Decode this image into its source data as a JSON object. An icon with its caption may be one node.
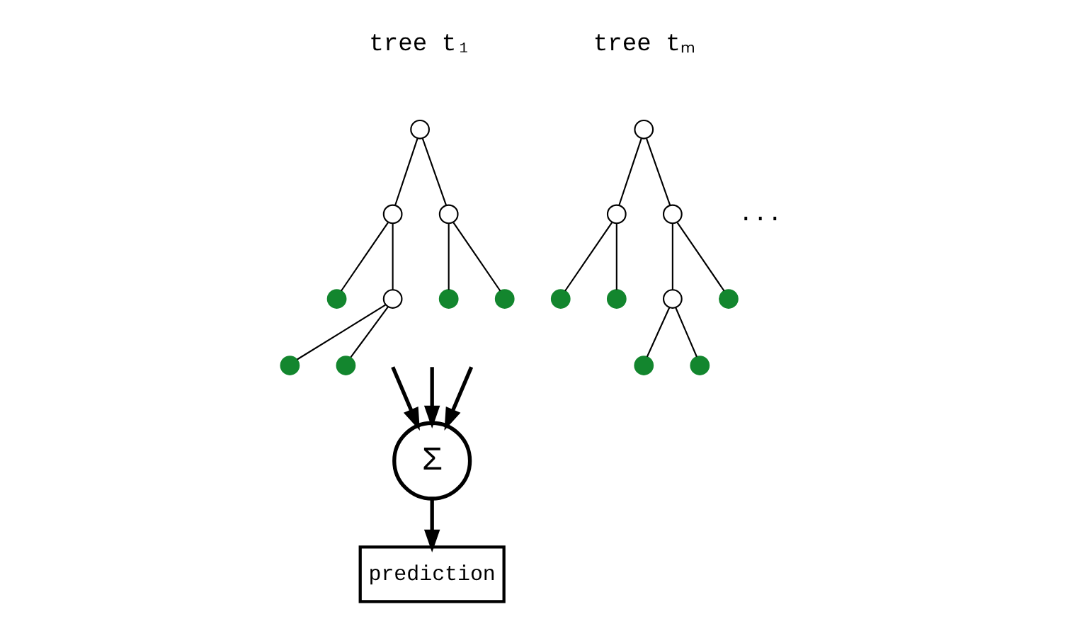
{
  "diagram": {
    "nodes": [
      {
        "text": [],
        "shape": "circle"
      },
      {
        "text": [],
        "shape": "circle"
      },
      {
        "text": [],
        "shape": "circle"
      },
      {
        "text": [],
        "shape": "circle"
      },
      {
        "text": [],
        "shape": "circle"
      },
      {
        "text": [],
        "shape": "circle"
      },
      {
        "text": [],
        "shape": "circle"
      },
      {
        "text": [],
        "shape": "circle"
      },
      {
        "text": [],
        "shape": "circle"
      },
      {
        "text": [],
        "shape": "circle"
      },
      {
        "text": [],
        "shape": "circle"
      },
      {
        "text": [],
        "shape": "circle"
      },
      {
        "text": [],
        "shape": "circle"
      },
      {
        "text": [],
        "shape": "circle"
      },
      {
        "text": [],
        "shape": "circle"
      },
      {
        "text": [],
        "shape": "circle"
      },
      {
        "text": [],
        "shape": "circle"
      },
      {
        "text": [],
        "shape": "circle"
      },
      {
        "text": [
          "Σ"
        ]
      },
      {
        "text": [
          "prediction"
        ]
      }
    ],
    "edges": [
      {
        "from": 0,
        "to": 1,
        "arrow": "none"
      },
      {
        "from": 0,
        "to": 2,
        "arrow": "none"
      },
      {
        "from": 1,
        "to": 3,
        "arrow": "none"
      },
      {
        "from": 1,
        "to": 4,
        "arrow": "none"
      },
      {
        "from": 2,
        "to": 5,
        "arrow": "none"
      },
      {
        "from": 2,
        "to": 6,
        "arrow": "none"
      },
      {
        "from": 4,
        "to": 7,
        "arrow": "none"
      },
      {
        "from": 4,
        "to": 8,
        "arrow": "none"
      },
      {
        "from": 9,
        "to": 10,
        "arrow": "none"
      },
      {
        "from": 9,
        "to": 11,
        "arrow": "none"
      },
      {
        "from": 10,
        "to": 12,
        "arrow": "none"
      },
      {
        "from": 10,
        "to": 13,
        "arrow": "none"
      },
      {
        "from": 11,
        "to": 14,
        "arrow": "none"
      },
      {
        "from": 11,
        "to": 15,
        "arrow": "none"
      },
      {
        "from": 14,
        "to": 16,
        "arrow": "none"
      },
      {
        "from": 14,
        "to": 17,
        "arrow": "none"
      },
      {
        "from": null,
        "to": 18,
        "arrow": "to",
        "style": "thick"
      },
      {
        "from": null,
        "to": 18,
        "arrow": "to",
        "style": "thick"
      },
      {
        "from": null,
        "to": 18,
        "arrow": "to",
        "style": "thick"
      },
      {
        "from": 18,
        "to": 19,
        "arrow": "to",
        "style": "thick"
      }
    ],
    "labels": [
      "tree t₁",
      "tree tₘ",
      "..."
    ]
  }
}
